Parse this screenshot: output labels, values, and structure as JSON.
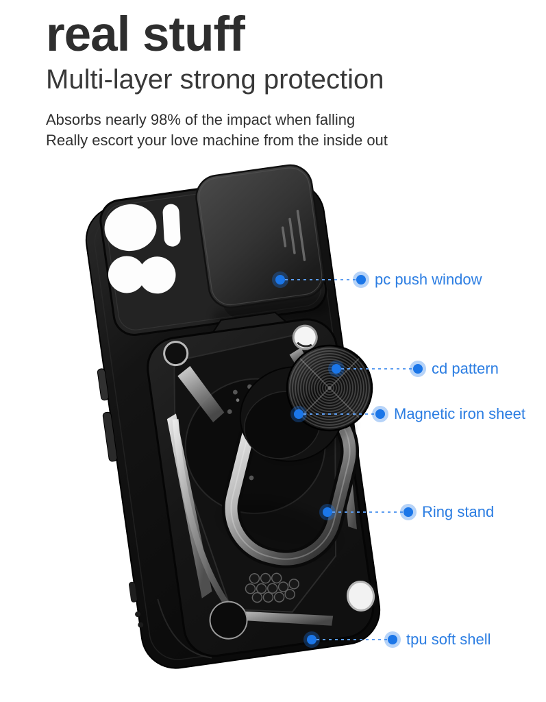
{
  "header": {
    "title": "real stuff",
    "subtitle": "Multi-layer strong protection",
    "description_lines": [
      "Absorbs nearly 98% of the impact when falling",
      "Really escort your love machine from the inside out"
    ]
  },
  "callouts": [
    {
      "id": "pc-push-window",
      "label": "pc push window"
    },
    {
      "id": "cd-pattern",
      "label": "cd pattern"
    },
    {
      "id": "magnetic-iron-sheet",
      "label": "Magnetic iron sheet"
    },
    {
      "id": "ring-stand",
      "label": "Ring stand"
    },
    {
      "id": "tpu-soft-shell",
      "label": "tpu soft shell"
    }
  ],
  "colors": {
    "background": "#ffffff",
    "title_text": "#2e2e2e",
    "body_text": "#303030",
    "accent_blue": "#2b7de2",
    "dot_blue": "#1b76e8",
    "dot_halo": "rgba(27,118,232,0.32)",
    "dash_blue": "#5b9cf0"
  }
}
